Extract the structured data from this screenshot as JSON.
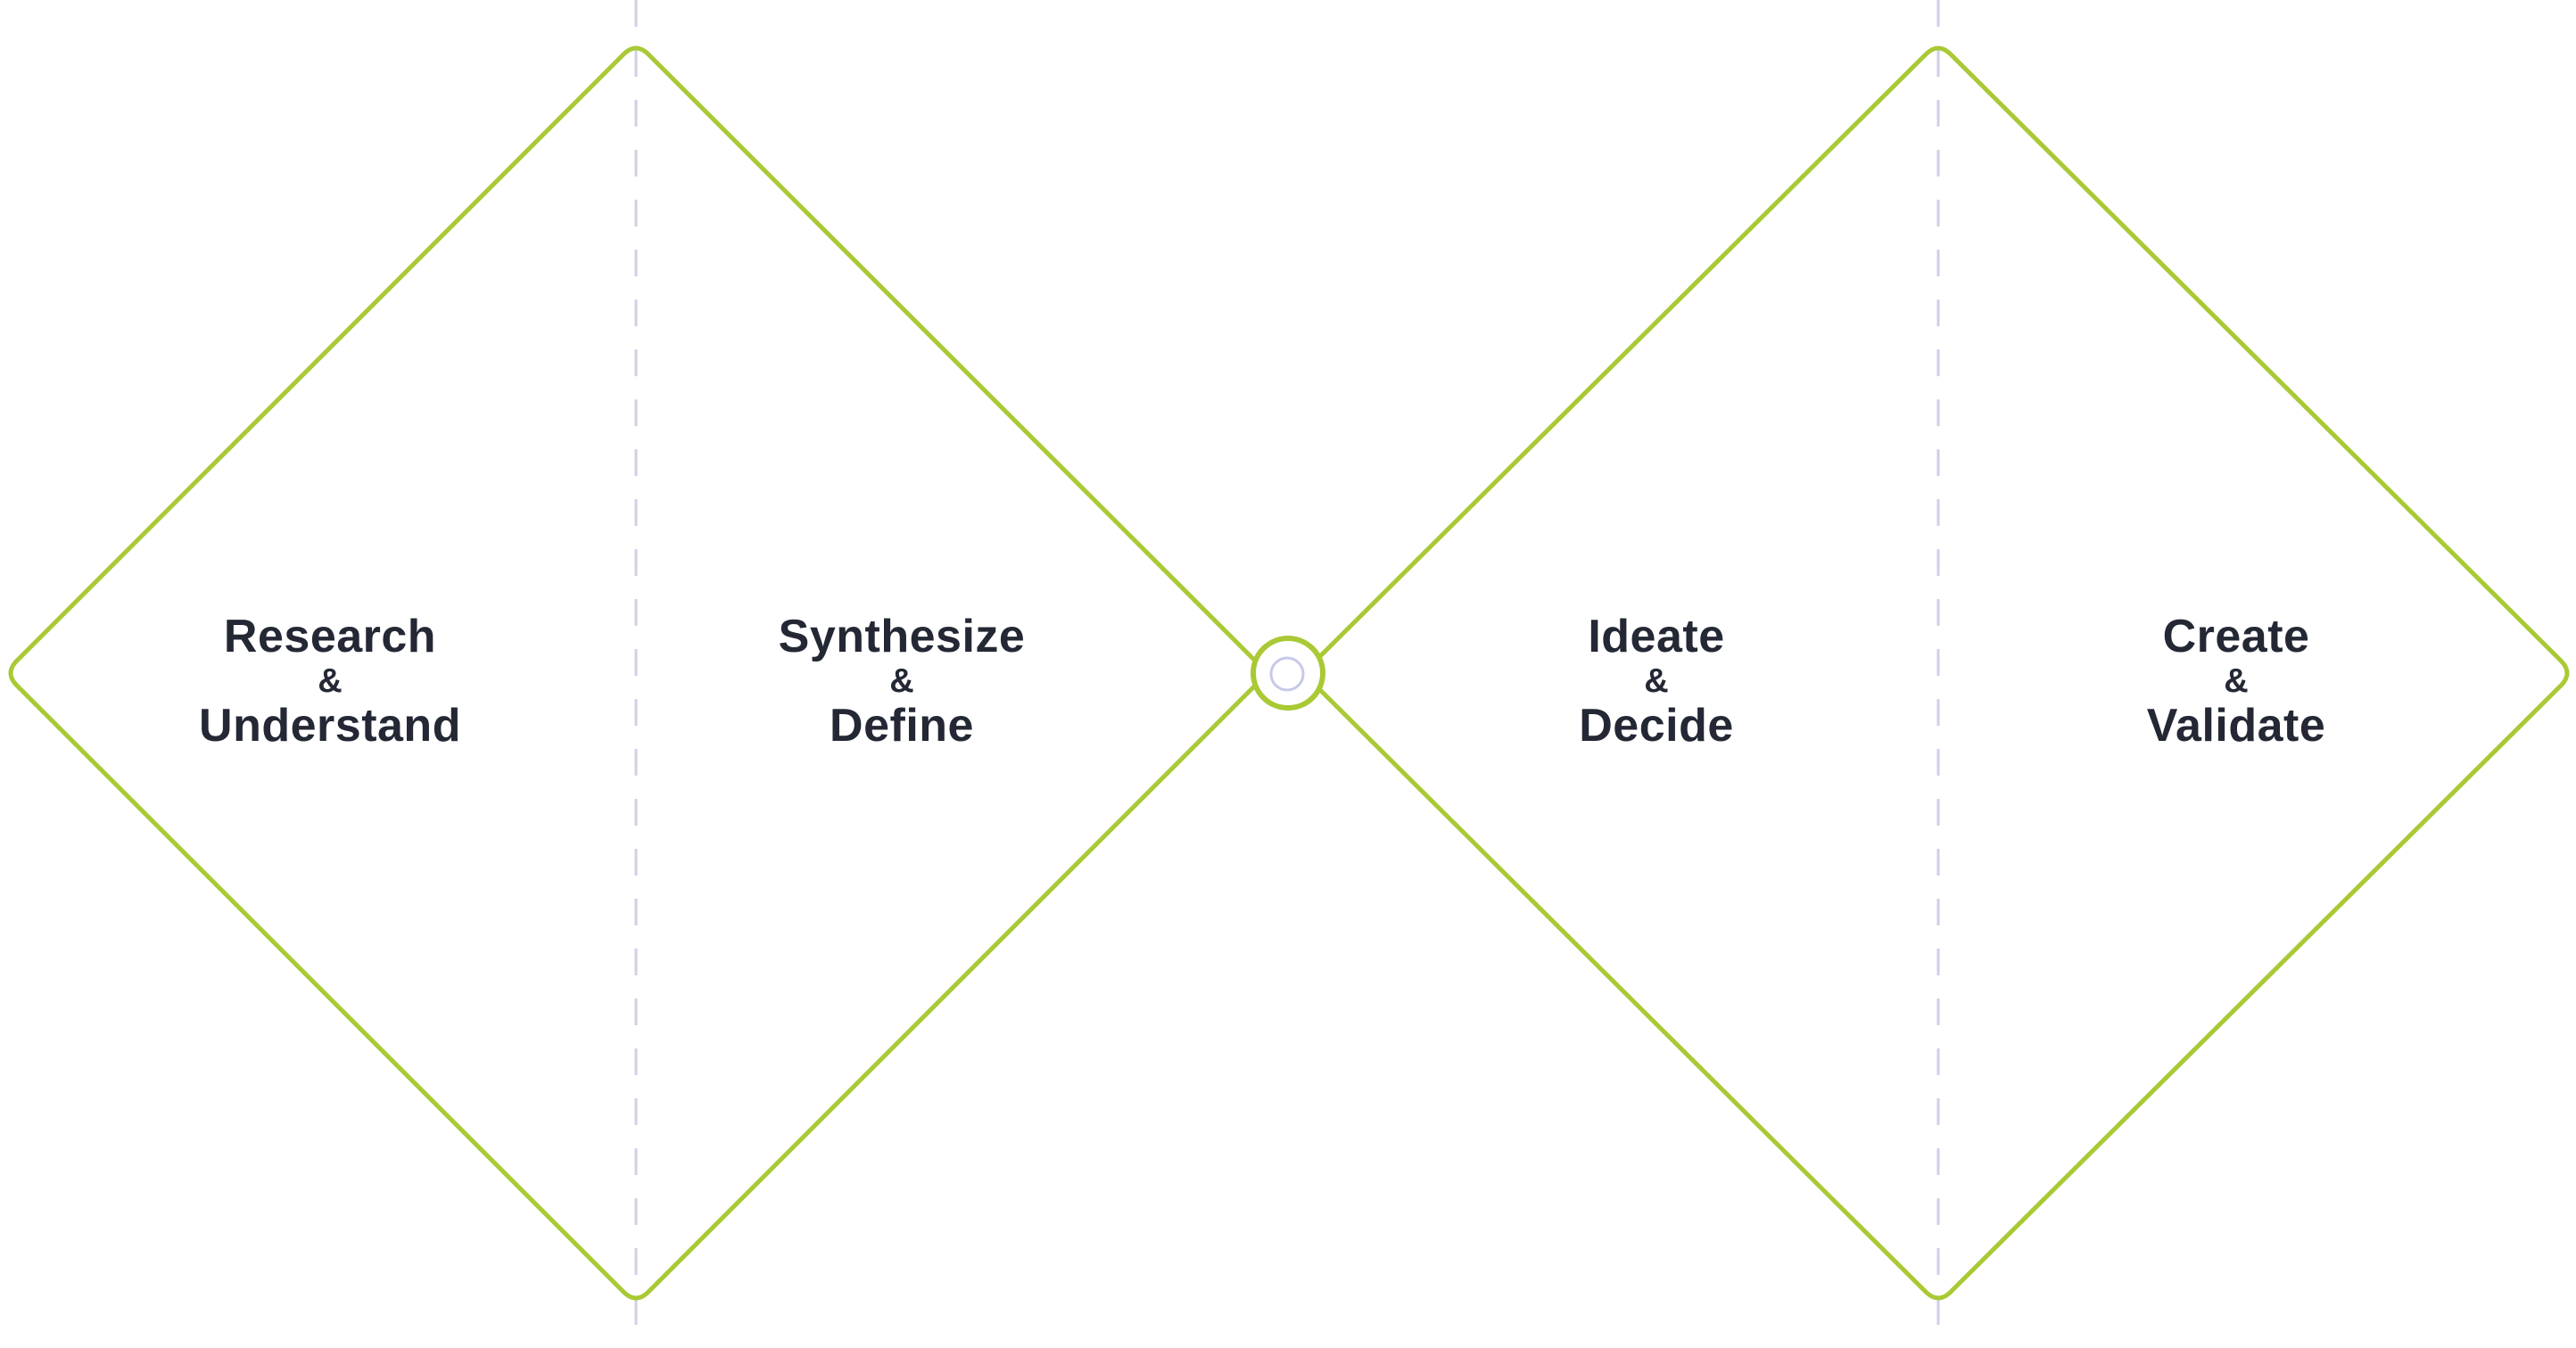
{
  "colors": {
    "diamond_stroke": "#a9c935",
    "guide_dash": "#cfd0e6",
    "text": "#232834",
    "center_ring_inner": "#c7c9e8"
  },
  "phases": [
    {
      "title": "Research",
      "connector": "&",
      "subtitle": "Understand"
    },
    {
      "title": "Synthesize",
      "connector": "&",
      "subtitle": "Define"
    },
    {
      "title": "Ideate",
      "connector": "&",
      "subtitle": "Decide"
    },
    {
      "title": "Create",
      "connector": "&",
      "subtitle": "Validate"
    }
  ]
}
